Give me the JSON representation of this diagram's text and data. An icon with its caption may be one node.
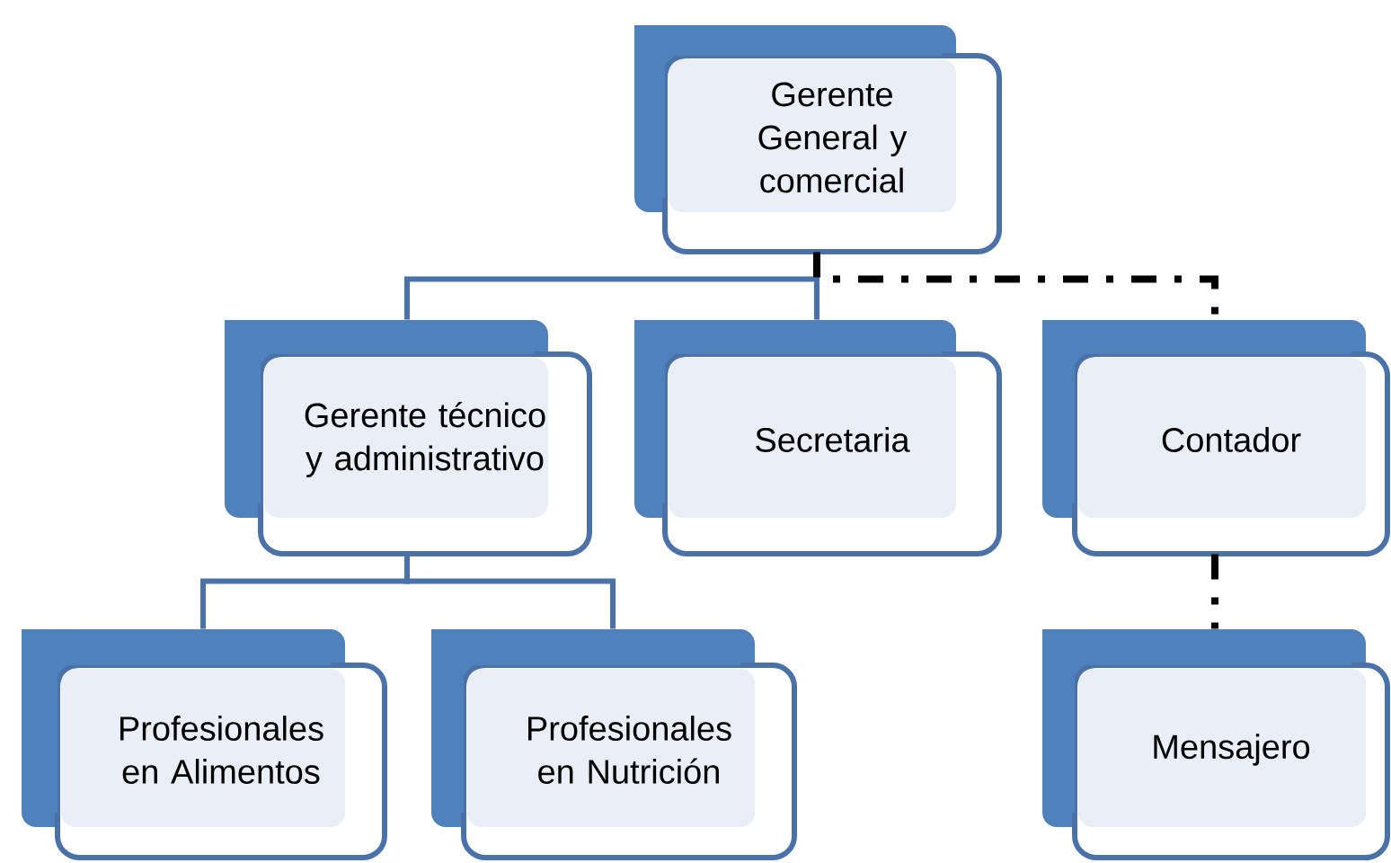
{
  "diagram": {
    "nodes": [
      {
        "text": [
          "Gerente General y comercial"
        ]
      },
      {
        "text": [
          "Gerente técnico y administrativo"
        ]
      },
      {
        "text": [
          "Secretaria"
        ]
      },
      {
        "text": [
          "Contador"
        ]
      },
      {
        "text": [
          "Profesionales en Alimentos"
        ]
      },
      {
        "text": [
          "Profesionales en Nutrición"
        ]
      },
      {
        "text": [
          "Mensajero"
        ]
      }
    ],
    "edges": [
      {
        "from": 0,
        "to": 1,
        "arrow": "none"
      },
      {
        "from": 0,
        "to": 2,
        "arrow": "none"
      },
      {
        "from": 0,
        "to": 3,
        "arrow": "none",
        "style": "dashed",
        "color": "#000000"
      },
      {
        "from": 1,
        "to": 4,
        "arrow": "none"
      },
      {
        "from": 1,
        "to": 5,
        "arrow": "none"
      },
      {
        "from": 3,
        "to": 6,
        "arrow": "none",
        "style": "dashed",
        "color": "#000000"
      }
    ]
  }
}
